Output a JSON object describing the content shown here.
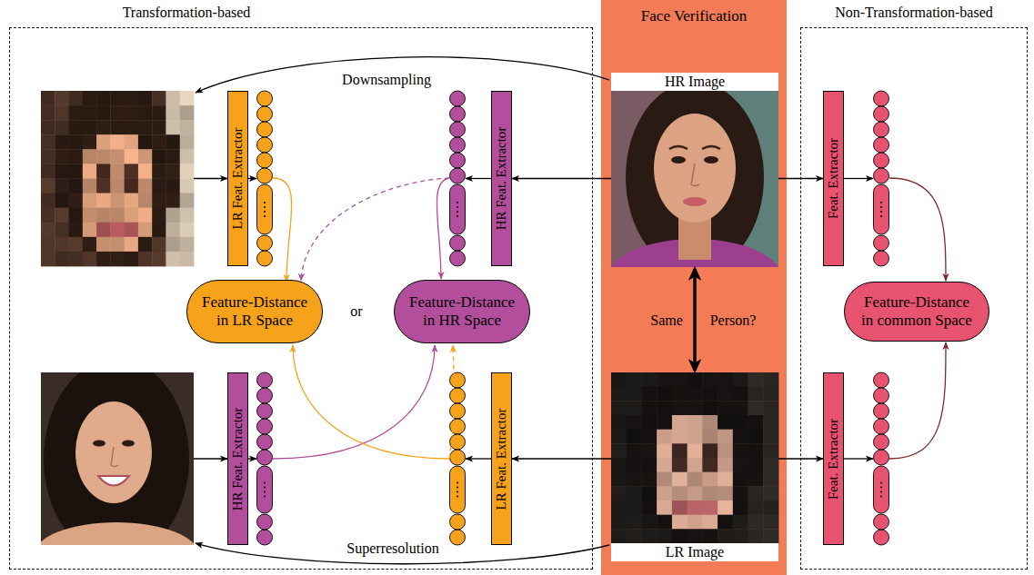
{
  "diagram": {
    "nodes": [
      {
        "text": [
          "Transformation-based"
        ]
      },
      {
        "text": [
          "Face Verification"
        ]
      },
      {
        "text": [
          "Non-Transformation-based"
        ]
      },
      {
        "text": [
          "LR Feat. Extractor"
        ],
        "in": 0
      },
      {
        "text": [
          "HR Feat. Extractor"
        ],
        "in": 0
      },
      {
        "text": [
          "Feature-Distance in LR Space"
        ],
        "in": 0
      },
      {
        "text": [
          "Feature-Distance in HR Space"
        ],
        "in": 0
      },
      {
        "text": [
          "HR Feat. Extractor"
        ],
        "in": 0
      },
      {
        "text": [
          "LR Feat. Extractor"
        ],
        "in": 0
      },
      {
        "text": [
          "HR Image"
        ],
        "in": 1
      },
      {
        "text": [
          "LR Image"
        ],
        "in": 1
      },
      {
        "text": [
          "Feat. Extractor"
        ],
        "in": 2
      },
      {
        "text": [
          "Feature-Distance in common Space"
        ],
        "in": 2
      },
      {
        "text": [
          "Feat. Extractor"
        ],
        "in": 2
      }
    ],
    "edges": [
      {
        "from": 9,
        "to": 4,
        "arrow": "to"
      },
      {
        "from": 10,
        "to": 8,
        "arrow": "to"
      },
      {
        "from": 9,
        "to": 11,
        "arrow": "to"
      },
      {
        "from": 10,
        "to": 13,
        "arrow": "to"
      },
      {
        "from": 9,
        "to": 10,
        "arrow": "both"
      }
    ],
    "labels": [
      "Downsampling",
      "or",
      "Same",
      "Person?",
      "Superresolution"
    ]
  }
}
